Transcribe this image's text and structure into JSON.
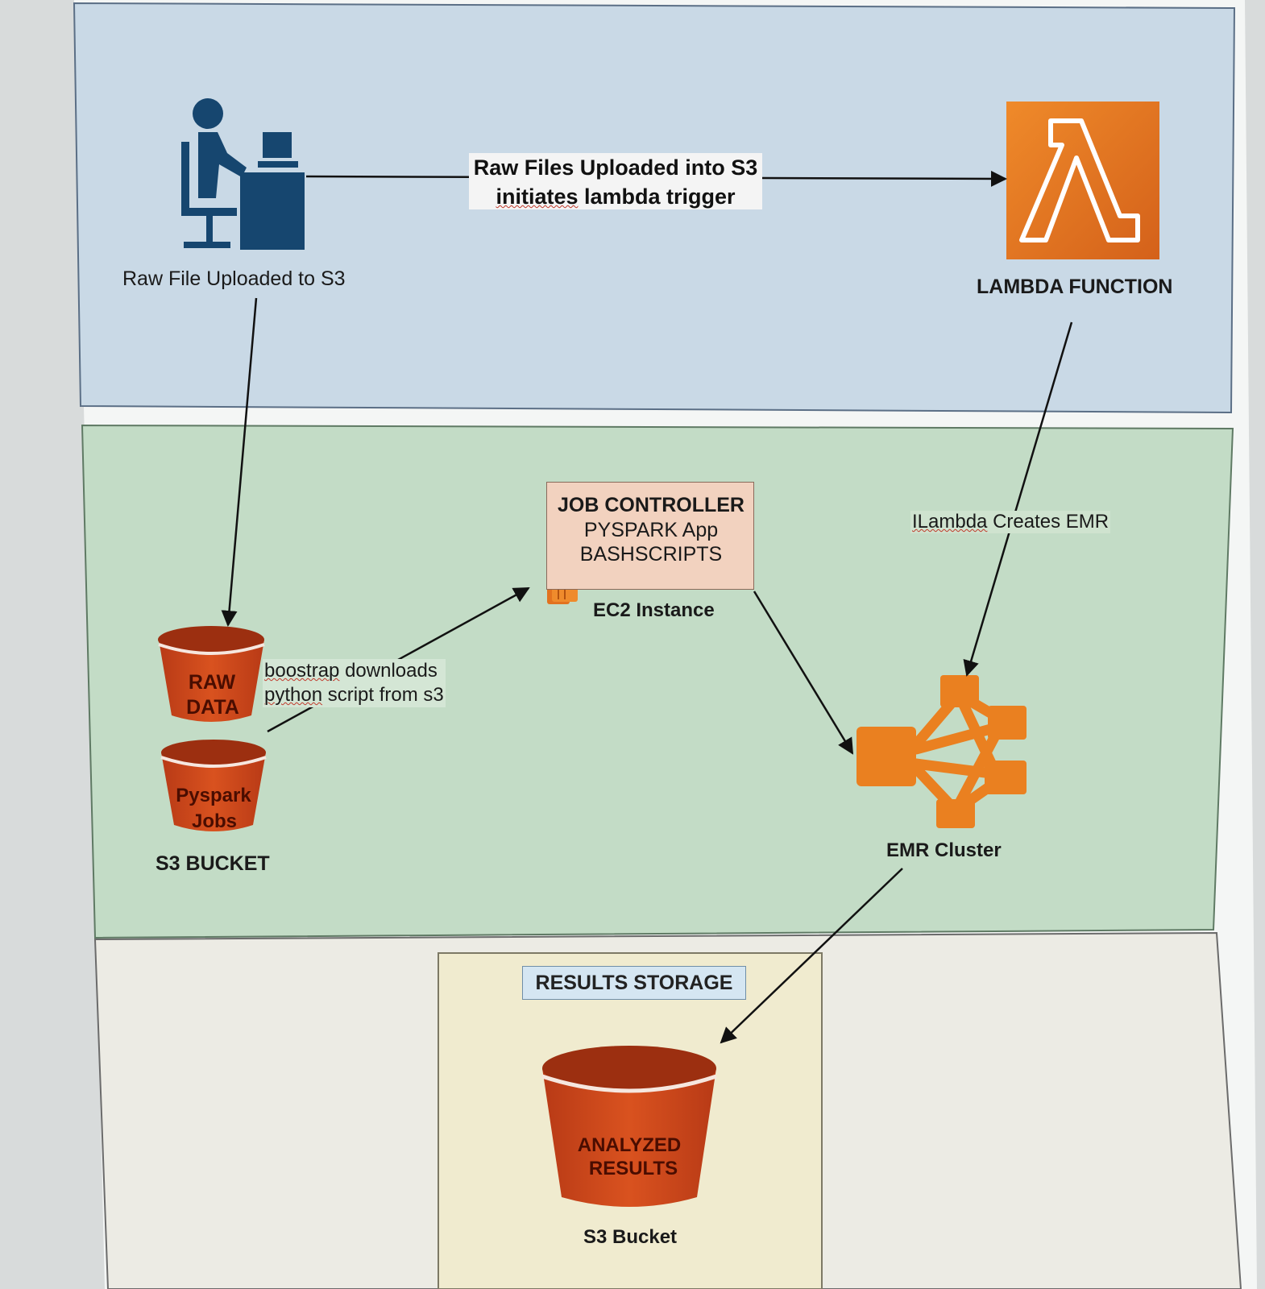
{
  "diagram": {
    "user": {
      "icon": "user-at-computer-icon",
      "label": "Raw File Uploaded to S3"
    },
    "upload_flow": {
      "line1": "Raw Files Uploaded into S3",
      "line2_word": "initiates",
      "line2_rest": "lambda trigger"
    },
    "lambda": {
      "icon": "aws-lambda-icon",
      "symbol": "λ",
      "label": "LAMBDA FUNCTION"
    },
    "lambda_creates": {
      "prefix": "I",
      "word": "Lambda",
      "rest": "Creates EMR"
    },
    "job_controller": {
      "line1": "JOB CONTROLLER",
      "line2": "PYSPARK App",
      "line3": "BASHSCRIPTS",
      "label": "EC2 Instance",
      "icon": "aws-ec2-icon"
    },
    "s3_bucket": {
      "bucket1_line1": "RAW",
      "bucket1_line2": "DATA",
      "bucket2_line1": "Pyspark",
      "bucket2_line2": "Jobs",
      "label": "S3 BUCKET"
    },
    "bootstrap": {
      "line1_word": "boostrap",
      "line1_rest": "downloads",
      "line2_word": "python",
      "line2_rest": "script from s3"
    },
    "emr": {
      "icon": "aws-emr-icon",
      "label": "EMR Cluster"
    },
    "results": {
      "title": "RESULTS STORAGE",
      "bucket_line1": "ANALYZED",
      "bucket_line2": "RESULTS",
      "label": "S3 Bucket"
    },
    "colors": {
      "top_band": "#c9d9e6",
      "middle_band": "#c3dcc6",
      "results_panel": "#f0ebcf",
      "aws_orange": "#e2721f",
      "s3_red": "#c7441c",
      "user_navy": "#16466f"
    }
  }
}
